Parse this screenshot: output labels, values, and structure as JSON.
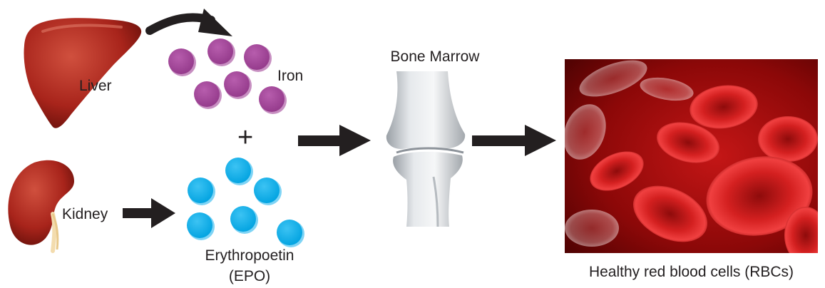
{
  "labels": {
    "liver": "Liver",
    "iron": "Iron",
    "plus": "+",
    "kidney": "Kidney",
    "epo_line1": "Erythropoetin",
    "epo_line2": "(EPO)",
    "bone_marrow": "Bone Marrow",
    "rbc": "Healthy red blood cells (RBCs)"
  },
  "colors": {
    "organ": "#a8241b",
    "iron": "#a3479a",
    "epo": "#00aeef",
    "arrow": "#231f20",
    "blood_bg": "#7a0606"
  },
  "icons": [
    "liver-icon",
    "kidney-icon",
    "bone-icon",
    "red-blood-cells-image"
  ]
}
